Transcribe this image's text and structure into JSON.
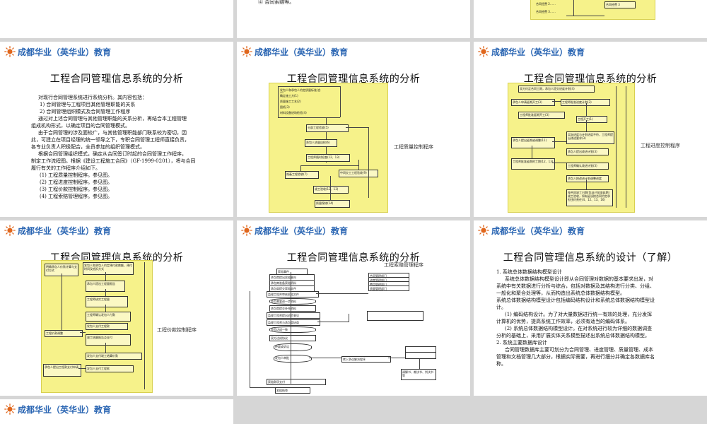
{
  "brand": {
    "name": "成都华业（英华业）教育",
    "logo_color": "#2b66b3",
    "sun_color": "#e0661c"
  },
  "top_row": {
    "fragment_text": "④ 合同索赔等。",
    "fragment_boxes": [
      "合同经费 2……",
      "合同经费 3……",
      "合同经费 3"
    ]
  },
  "slides": [
    {
      "id": "s1",
      "title": "工程合同管理信息系统的分析",
      "lines": [
        "对现行合同管理系统进行系统分析。其内容包括：",
        "1)  合同管理与工程项目其他管理职能的关系",
        "2)  合同管理组织模式及合同管理工作程序",
        "通过对上述合同管理与其他管理职能的关系分析，再结合本工程管理",
        "组成机构形式，以确定项目的合同管理模式。",
        "由于合同管理的涉及面较广，与其他管理职能部门联系较为密切，因",
        "此，可建立在项目经理的统一领导之下，专职合同管理工程师直接负责，",
        "各专业负责人积极配合，全员参加的组织管理模式。",
        "根据合同管理组织模式，确定从合同签订时起的合同管理工作程序，",
        "制定工作流程图。根据《建设工程施工合同》（GF-1999-0201），将与合同",
        "履行有关的工作程序介绍如下。",
        "(1)  工程质量控制程序。参见图。",
        "(2)  工程进度控制程序。参见图。",
        "(3)  工程价款控制程序。参见图。",
        "(4)  工程索赔管理程序。参见图。"
      ]
    },
    {
      "id": "s2",
      "title": "工程合同管理信息系统的分析",
      "side_label": "工程质量控制程序",
      "flow_boxes": [
        "发包人和承包人约定质量标准(合同)",
        "确定施工方(1)",
        "质量施工工艺(2)",
        "图纸(3)",
        "材料设备进场检验(4)",
        "分部工程验收(5)",
        "承包人质量自检(6)",
        "工程师随时检查(12、13)",
        "隐蔽工程验收(7)",
        "中间交工工程验收(9)",
        "竣工验收(12、13)",
        "质量保修(14)"
      ]
    },
    {
      "id": "s3",
      "title": "工程合同管理信息系统的分析",
      "side_label": "工程进度控制程序",
      "flow_boxes": [
        "双方约定合同工期，承包人提交进度计划(4)",
        "承包人申请延期开工(3)",
        "工程师批准进度计划(3)",
        "工程师批准延期开工(3)",
        "工程开工(1)",
        "承包人提出延期或调整(11)",
        "实际进度与计划进度不符，工程师提出改进要求(3)",
        "承包人提出改进计划(3)",
        "工程师批准延期的工期(12、13)",
        "工程师确认改进计划(3)",
        "承包人按改进计划调整进度",
        "按合同竣工日期(包括已批准延期)竣工验收，如有延误按合同约定承担违约责任(4、12、13、16)"
      ]
    },
    {
      "id": "s4",
      "title": "工程合同管理信息系统的分析",
      "side_label": "工程价款控制程序",
      "flow_boxes": [
        "明确承包人价款计算与支付方式",
        "发包人和承包人约定预付款数额，预付时间及抵扣方式",
        "承包人提出工程量报告",
        "工程师核实工程量",
        "工程师确认发包人付款",
        "发包人支付工程款",
        "工程价款调整",
        "竣工结算报告及支付",
        "发包人支付竣工结算价款",
        "承包人提出工程款支付申请",
        "发包人支付工程款"
      ]
    },
    {
      "id": "s5",
      "title": "工程合同管理信息系统的分析",
      "side_label": "工程索赔管理程序",
      "flow_boxes": [
        "索赔事件",
        "承包商提出索赔意向",
        "承包商准备索赔资料",
        "承包商提交索赔文件",
        "监理工程师审核索赔文件",
        "是否需要进一步资料",
        "承包商提交补充资料",
        "监理工程师提出初步意见",
        "监理工程师与承包商协商",
        "是否达成一致",
        "双方达成协议",
        "仲裁或诉讼",
        "发包人审批",
        "索赔款项支付",
        "索赔结束",
        "合同管理部门",
        "进度管理部门",
        "费用管理部门",
        "质量管理部门",
        "转入争议解决程序",
        "调解书、裁决书、判决书等"
      ]
    },
    {
      "id": "s6",
      "title": "工程合同管理信息系统的设计（了解）",
      "lines": [
        "1.  系统总体数据结构模型设计",
        "系统总体数据结构模型设计即从合同管理对数据的基本要求出发，对",
        "系统中有关数据进行分析与综合，包括对数据及其结构进行分类、分组、",
        "一般化和聚合处理等，从而构造出系统总体数据结构模型。",
        "系统总体数据结构模型设计包括编码结构设计和系统总体数据结构模型设",
        "计。",
        "(1)  编码结构设计。为了对大量数据进行统一有效的处理，充分发挥",
        "计算机的优势，提高系统工作效率，必须有适当的编码体系。",
        "(2)  系统总体数据结构模型设计。在对系统进行较为详细的数据调查",
        "分析的基础上，采用扩展实体关系模型描述出系统总体数据结构模型。",
        "2.  系统主要数据库设计",
        "合同管理数据库主要可划分为合同管理、进度管理、质量管理、成本",
        "管理和文档管理几大部分，根据实际需要，再进行细分并确定各数据库名",
        "称。"
      ]
    }
  ]
}
